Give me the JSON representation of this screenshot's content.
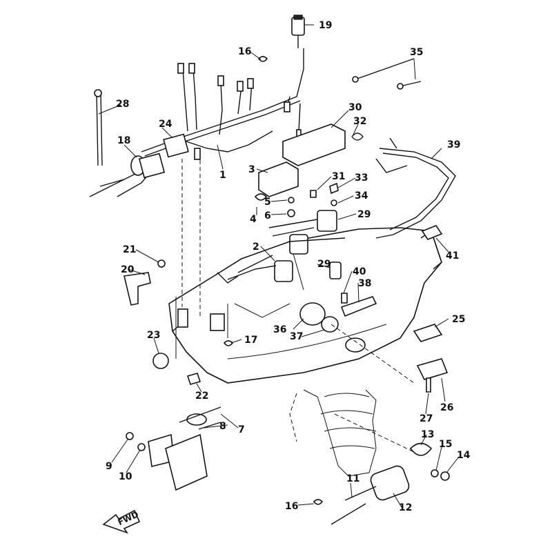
{
  "labels": {
    "l1": "1",
    "l2": "2",
    "l3": "3",
    "l4": "4",
    "l5": "5",
    "l6": "6",
    "l7": "7",
    "l8": "8",
    "l9": "9",
    "l10": "10",
    "l11": "11",
    "l12": "12",
    "l13": "13",
    "l14": "14",
    "l15": "15",
    "l16a": "16",
    "l16b": "16",
    "l17": "17",
    "l18": "18",
    "l19": "19",
    "l20": "20",
    "l21": "21",
    "l22": "22",
    "l23": "23",
    "l24": "24",
    "l25": "25",
    "l26": "26",
    "l27": "27",
    "l28": "28",
    "l29a": "29",
    "l29b": "29",
    "l30": "30",
    "l31": "31",
    "l32": "32",
    "l33": "33",
    "l34": "34",
    "l35": "35",
    "l36": "36",
    "l37": "37",
    "l38": "38",
    "l39": "39",
    "l40": "40",
    "l41": "41"
  },
  "fwd_label": "FWD"
}
